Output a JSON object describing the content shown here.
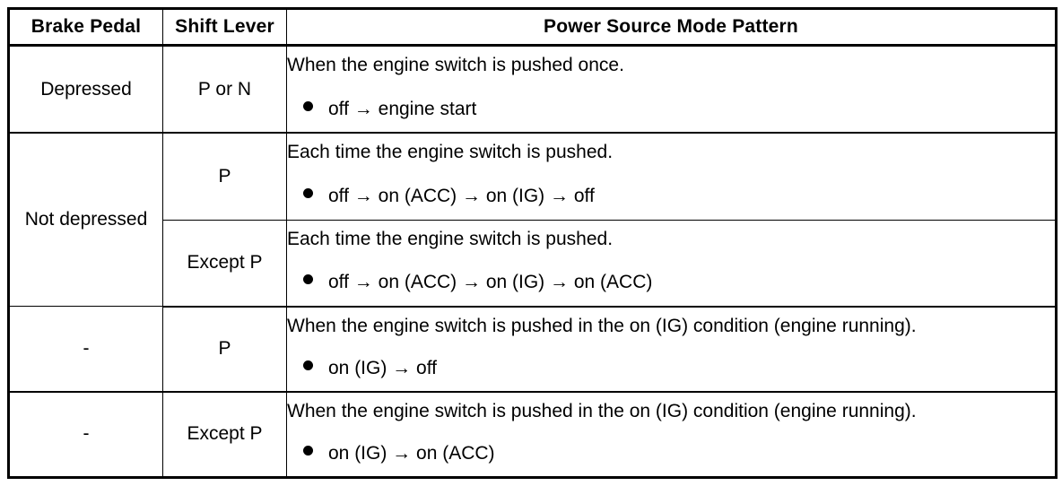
{
  "table": {
    "headers": [
      "Brake Pedal",
      "Shift Lever",
      "Power Source Mode Pattern"
    ],
    "rows": [
      {
        "brake_pedal": "Depressed",
        "shift_lever": "P or N",
        "pattern_sentence": "When the engine switch is pushed once.",
        "pattern_bullet": "off → engine start"
      },
      {
        "brake_pedal": "Not depressed",
        "shift_lever": "P",
        "pattern_sentence": "Each time the engine switch is pushed.",
        "pattern_bullet": "off → on (ACC) → on (IG) → off"
      },
      {
        "brake_pedal": "",
        "shift_lever": "Except P",
        "pattern_sentence": "Each time the engine switch is pushed.",
        "pattern_bullet": "off → on (ACC) → on (IG) → on (ACC)"
      },
      {
        "brake_pedal": "-",
        "shift_lever": "P",
        "pattern_sentence": "When the engine switch is pushed in the on (IG) condition (engine running).",
        "pattern_bullet": "on (IG) → off"
      },
      {
        "brake_pedal": "-",
        "shift_lever": "Except P",
        "pattern_sentence": "When the engine switch is pushed in the on (IG) condition (engine running).",
        "pattern_bullet": "on (IG) → on (ACC)"
      }
    ],
    "bullet_glyph": "filled-circle-bullet",
    "colors": {
      "border": "#000000",
      "text": "#000000",
      "background": "#ffffff"
    }
  }
}
